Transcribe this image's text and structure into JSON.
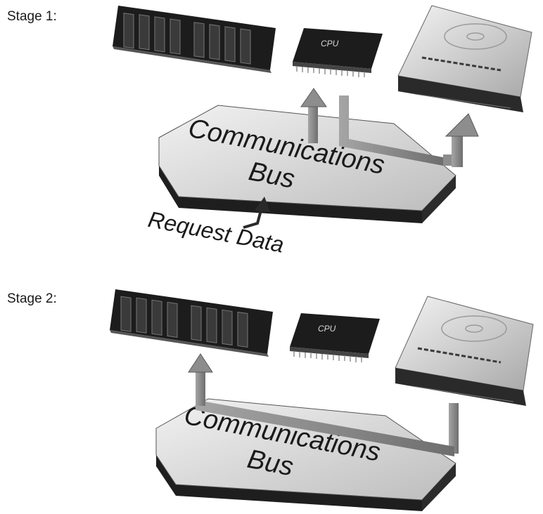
{
  "stages": [
    {
      "label": "Stage 1:",
      "bus_line1": "Communications",
      "bus_line2": "Bus",
      "annotation": "Request Data"
    },
    {
      "label": "Stage 2:",
      "bus_line1": "Communications",
      "bus_line2": "Bus"
    }
  ],
  "chip_text": "CPU",
  "icons": [
    "ram-module-icon",
    "cpu-chip-icon",
    "hard-drive-icon",
    "arrow-icon"
  ],
  "colors": {
    "dark": "#1e1e1e",
    "mid": "#7a7a7a",
    "light": "#dcdcdc",
    "arrow": "#8d8d8d"
  }
}
